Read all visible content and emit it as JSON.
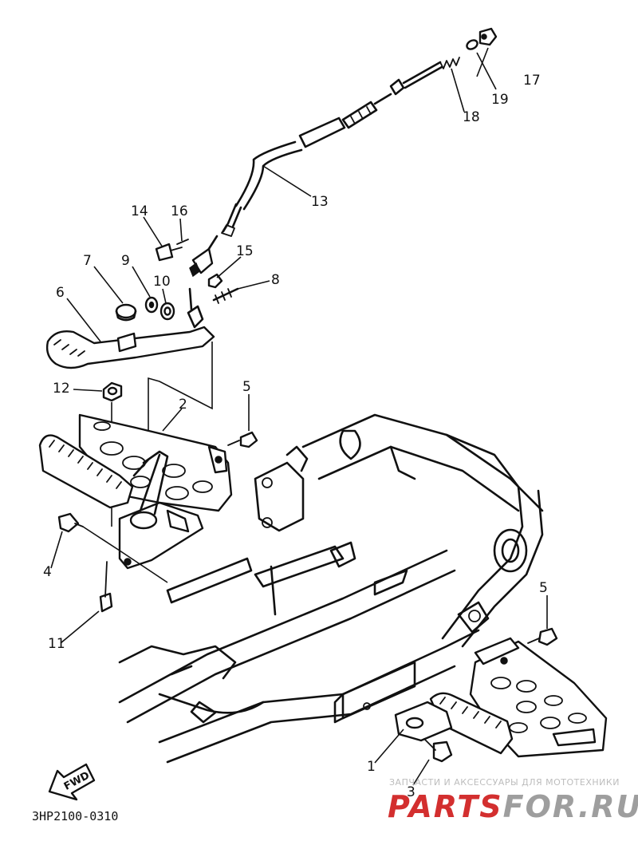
{
  "diagram": {
    "callouts": {
      "c1": "1",
      "c2": "2",
      "c3": "3",
      "c4": "4",
      "c5a": "5",
      "c5b": "5",
      "c6": "6",
      "c7": "7",
      "c8": "8",
      "c9": "9",
      "c10": "10",
      "c11": "11",
      "c12": "12",
      "c13": "13",
      "c14": "14",
      "c15": "15",
      "c16": "16",
      "c17": "17",
      "c18": "18",
      "c19": "19"
    },
    "direction_label": "FWD",
    "part_code": "3HP2100-0310"
  },
  "watermark": {
    "tagline": "ЗАПЧАСТИ И АКСЕССУАРЫ ДЛЯ МОТОТЕХНИКИ",
    "brand_left": "PARTS",
    "brand_right": "FOR.RU",
    "brand_color_left": "#d32f2f",
    "brand_color_right": "#9e9e9e"
  }
}
